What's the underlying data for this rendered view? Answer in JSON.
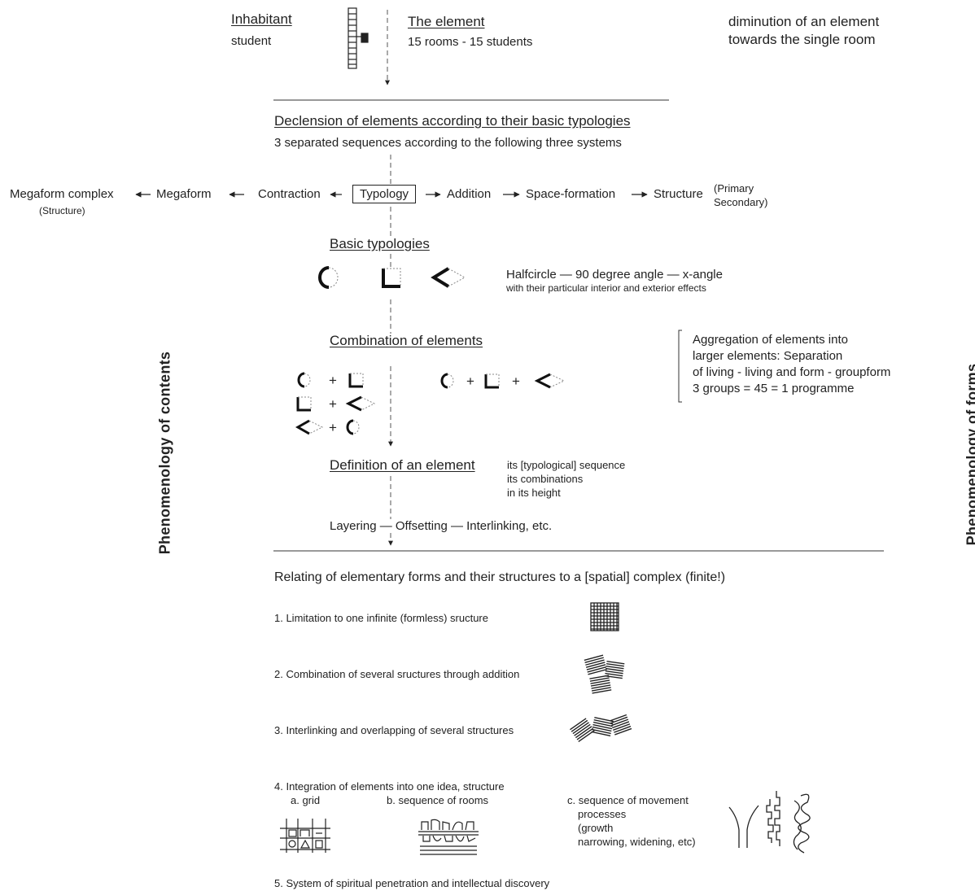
{
  "header": {
    "inhabitant": "Inhabitant",
    "student": "student",
    "element": "The element",
    "rooms": "15 rooms - 15 students",
    "diminution_1": "diminution of an element",
    "diminution_2": "towards the single room"
  },
  "declension": {
    "title": "Declension of elements according to their basic typologies",
    "subtitle": "3 separated sequences according to the following three systems"
  },
  "sequence": {
    "megaform_complex": "Megaform complex",
    "structure_note": "(Structure)",
    "megaform": "Megaform",
    "contraction": "Contraction",
    "typology": "Typology",
    "addition": "Addition",
    "space_formation": "Space-formation",
    "structure": "Structure",
    "primary": "(Primary",
    "secondary": "Secondary)"
  },
  "basic": {
    "title": "Basic typologies",
    "line1": "Halfcircle — 90 degree angle — x-angle",
    "line2": "with their particular interior and exterior effects"
  },
  "combination": {
    "title": "Combination of elements",
    "agg1": "Aggregation of elements into",
    "agg2": "larger elements: Separation",
    "agg3": "of living - living and form - groupform",
    "agg4": "3 groups = 45 = 1 programme"
  },
  "definition": {
    "title": "Definition of an element",
    "l1": "its [typological] sequence",
    "l2": "its combinations",
    "l3": "in its height",
    "layering": "Layering — Offsetting — Interlinking, etc."
  },
  "side": {
    "left": "Phenomenology of contents",
    "right": "Phenomenology of forms"
  },
  "relating": {
    "title": "Relating of elementary forms and their structures to a [spatial] complex (finite!)",
    "item1": "1. Limitation to one infinite (formless) sructure",
    "item2": "2. Combination of several sructures through addition",
    "item3": "3. Interlinking and overlapping of several structures",
    "item4": "4. Integration of elements into one idea, structure",
    "item4a": "a. grid",
    "item4b": "b. sequence of rooms",
    "item4c1": "c. sequence of movement",
    "item4c2": "processes",
    "item4c3": "(growth",
    "item4c4": "narrowing, widening, etc)",
    "item5": "5. System of spiritual penetration and intellectual discovery"
  }
}
